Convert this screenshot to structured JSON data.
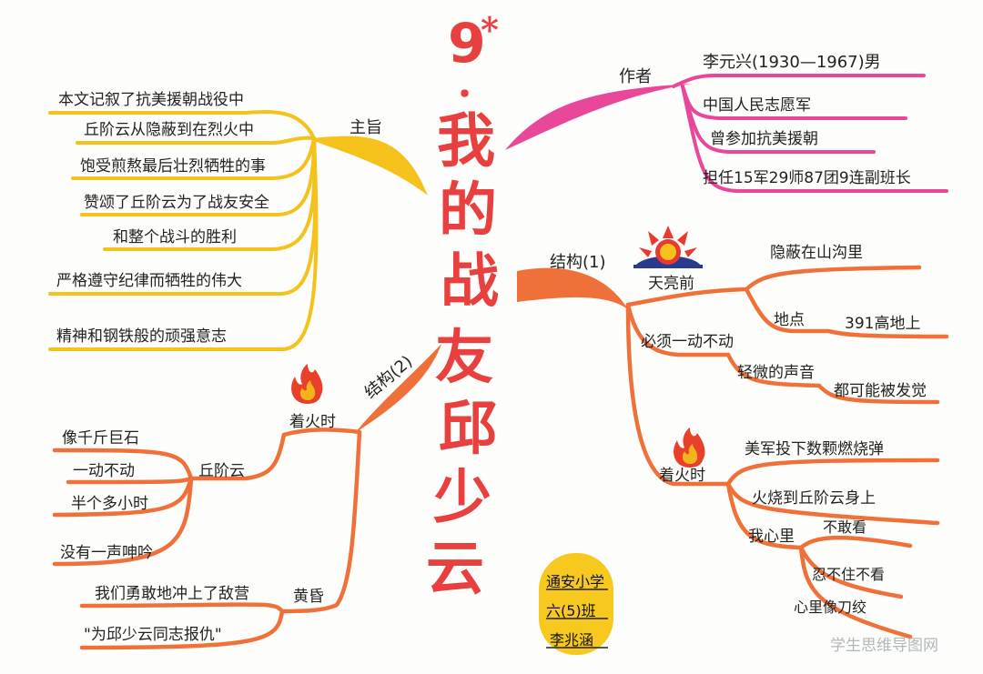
{
  "title": {
    "number": "9",
    "star": "*",
    "dot": "．",
    "chars": [
      "我",
      "的",
      "战",
      "友",
      "邱",
      "少",
      "云"
    ]
  },
  "topics": {
    "theme": {
      "label": "主旨",
      "items": [
        "本文记叙了抗美援朝战役中",
        "丘阶云从隐蔽到在烈火中",
        "饱受煎熬最后壮烈牺牲的事",
        "赞颂了丘阶云为了战友安全",
        "和整个战斗的胜利",
        "严格遵守纪律而牺牲的伟大",
        "精神和钢铁般的顽强意志"
      ]
    },
    "author": {
      "label": "作者",
      "items": [
        "李元兴(1930—1967)男",
        "中国人民志愿军",
        "曾参加抗美援朝",
        "担任15军29师87团9连副班长"
      ]
    },
    "structure1": {
      "label": "结构(1)",
      "dawn": {
        "label": "天亮前",
        "items": [
          "隐蔽在山沟里",
          "地点",
          "391高地上"
        ]
      },
      "still": {
        "label": "必须一动不动",
        "items": [
          "轻微的声音",
          "都可能被发觉"
        ]
      },
      "fire": {
        "label": "着火时",
        "items": [
          "美军投下数颗燃烧弹",
          "火烧到丘阶云身上",
          "我心里",
          "不敢看",
          "忍不住不看",
          "心里像刀绞"
        ]
      }
    },
    "structure2": {
      "label": "结构(2)",
      "fire": {
        "label": "着火时",
        "sub": "丘阶云",
        "items": [
          "像千斤巨石",
          "一动不动",
          "半个多小时",
          "没有一声呻吟"
        ]
      },
      "dusk": {
        "label": "黄昏",
        "items": [
          "我们勇敢地冲上了敌营",
          "\"为邱少云同志报仇\""
        ]
      }
    }
  },
  "badge": {
    "lines": [
      "通安小学",
      "六(5)班",
      "李兆涵"
    ]
  },
  "watermark": "学生思维导图网",
  "colors": {
    "title": "#e8403e",
    "theme_branch": "#f4c21a",
    "author_branch": "#e8479a",
    "structure1_branch": "#f0703a",
    "structure2_branch": "#f0703a",
    "badge_fill": "#f7c81e",
    "sun": "#e83a2e",
    "sun_base": "#2a3a8c",
    "flame_outer": "#e8402a",
    "flame_inner": "#f6b21c"
  }
}
